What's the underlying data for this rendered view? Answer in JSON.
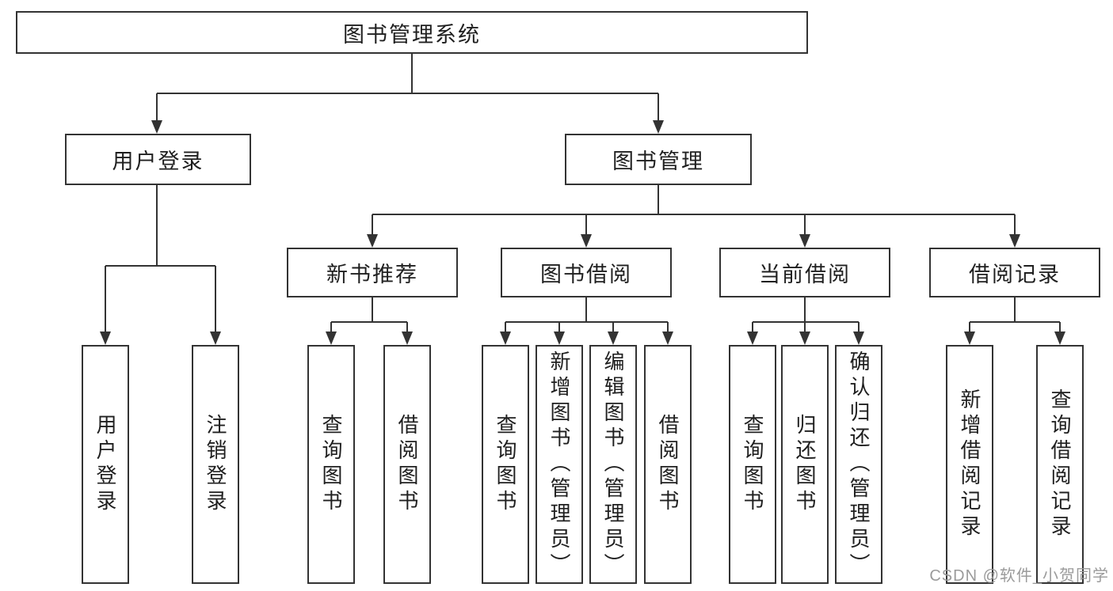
{
  "diagram": {
    "root": {
      "label": "图书管理系统"
    },
    "branches": {
      "user_login": {
        "label": "用户登录",
        "children": {
          "login": {
            "label": "用户登录"
          },
          "logout": {
            "label": "注销登录"
          }
        }
      },
      "book_mgmt": {
        "label": "图书管理",
        "children": {
          "new_book_rec": {
            "label": "新书推荐",
            "children": {
              "query_book": {
                "label": "查询图书"
              },
              "borrow_book": {
                "label": "借阅图书"
              }
            }
          },
          "book_borrow": {
            "label": "图书借阅",
            "children": {
              "query_book": {
                "label": "查询图书"
              },
              "add_book": {
                "label": "新增图书（管理员）"
              },
              "edit_book": {
                "label": "编辑图书（管理员）"
              },
              "borrow_book": {
                "label": "借阅图书"
              }
            }
          },
          "current_borrow": {
            "label": "当前借阅",
            "children": {
              "query_book": {
                "label": "查询图书"
              },
              "return_book": {
                "label": "归还图书"
              },
              "confirm_return": {
                "label": "确认归还（管理员）"
              }
            }
          },
          "borrow_record": {
            "label": "借阅记录",
            "children": {
              "add_record": {
                "label": "新增借阅记录"
              },
              "query_record": {
                "label": "查询借阅记录"
              }
            }
          }
        }
      }
    }
  },
  "watermark": {
    "text": "CSDN @软件_小贺同学",
    "color": "#9b9b9b"
  },
  "colors": {
    "line": "#333333",
    "box_border": "#333333",
    "text": "#1f1f1f",
    "background": "#ffffff"
  }
}
